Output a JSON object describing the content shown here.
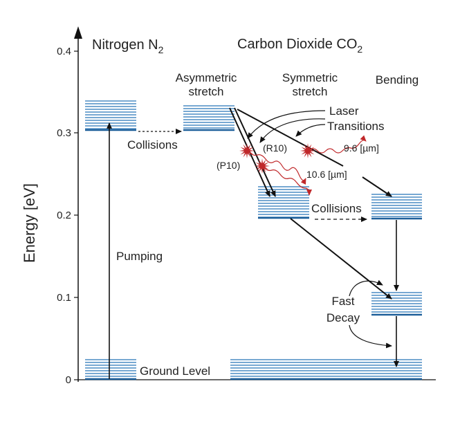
{
  "axis": {
    "label": "Energy  [eV]",
    "ticks": [
      "0",
      "0.1",
      "0.2",
      "0.3",
      "0.4"
    ]
  },
  "headers": {
    "nitrogen": "Nitrogen  N",
    "nitrogen_sub": "2",
    "co2": "Carbon Dioxide  CO",
    "co2_sub": "2",
    "asym_1": "Asymmetric",
    "asym_2": "stretch",
    "sym_1": "Symmetric",
    "sym_2": "stretch",
    "bending": "Bending"
  },
  "labels": {
    "collisions_1": "Collisions",
    "collisions_2": "Collisions",
    "laser_1": "Laser",
    "laser_2": "Transitions",
    "r10": "(R10)",
    "p10": "(P10)",
    "wl_96": "9.6 [µm]",
    "wl_106": "10.6 [µm]",
    "pumping": "Pumping",
    "fast_1": "Fast",
    "fast_2": "Decay",
    "ground": "Ground Level"
  },
  "colors": {
    "level": "#4a8cc4",
    "level_dark": "#1d5f9a",
    "photon": "#c0282a",
    "arrow": "#111111"
  }
}
